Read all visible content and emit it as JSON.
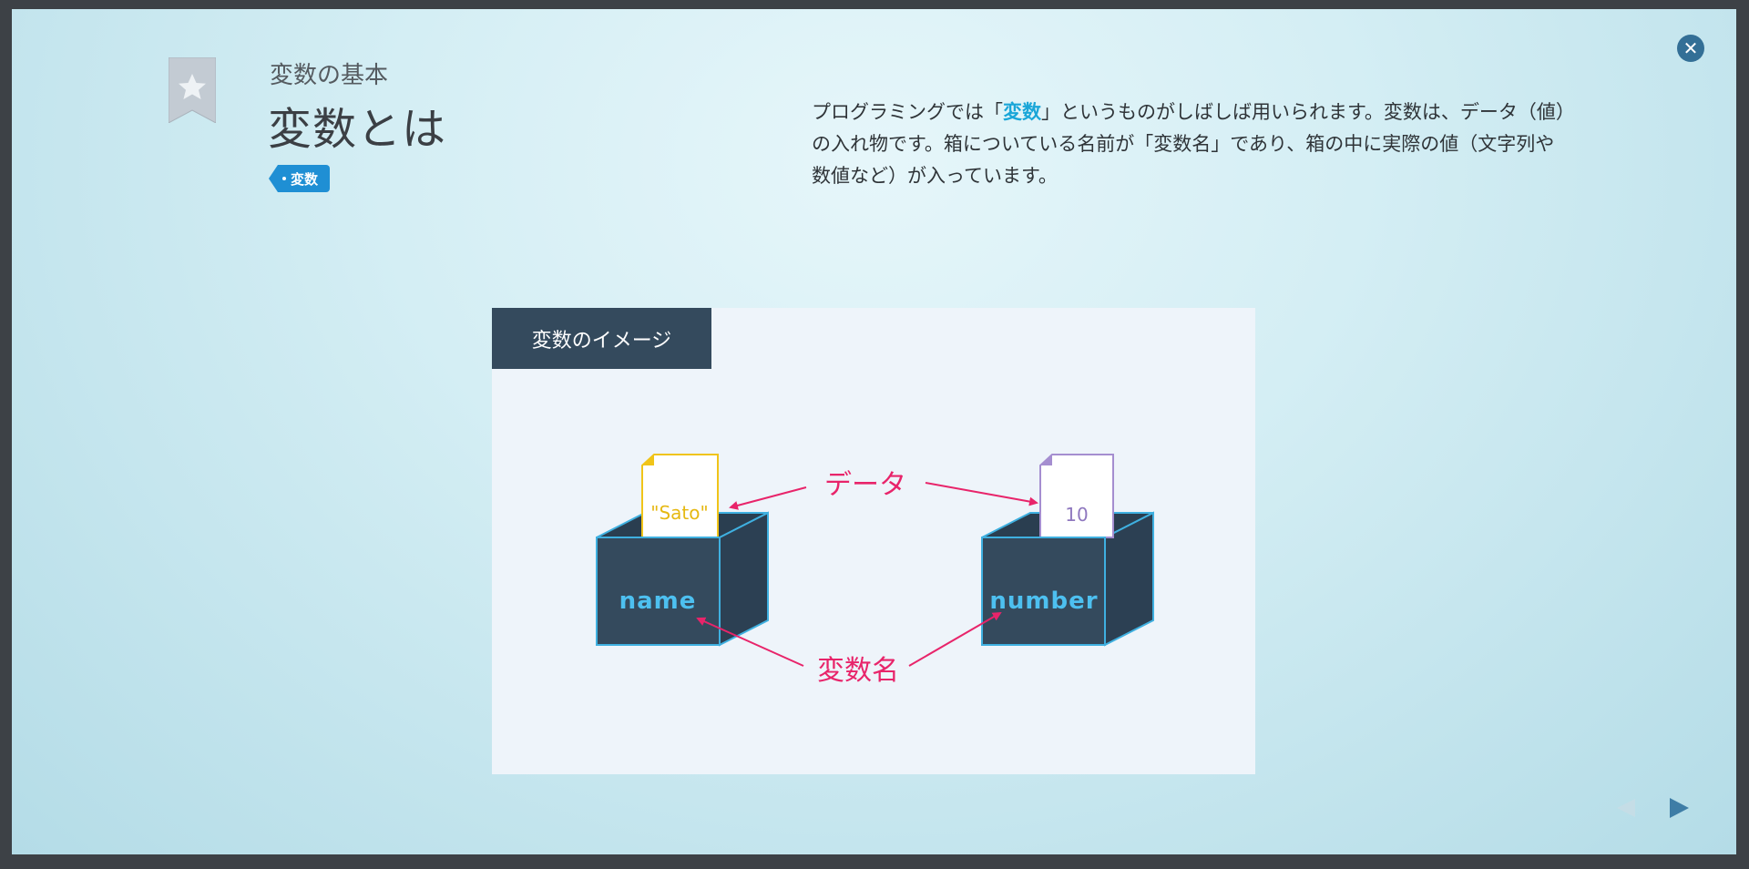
{
  "lesson": {
    "subtitle": "変数の基本",
    "title": "変数とは",
    "tag": "変数"
  },
  "description": {
    "pre": "プログラミングでは「",
    "keyword": "変数",
    "post": "」というものがしばしば用いられます。変数は、データ（値）の入れ物です。箱についている名前が「変数名」であり、箱の中に実際の値（文字列や数値など）が入っています。"
  },
  "figure": {
    "header": "変数のイメージ",
    "data_label": "データ",
    "varname_label": "変数名",
    "box_left": {
      "name": "name",
      "value": "\"Sato\""
    },
    "box_right": {
      "name": "number",
      "value": "10"
    }
  },
  "colors": {
    "accent_blue": "#1f8fd4",
    "keyword": "#1aa6d8",
    "box": "#344a5d",
    "box_edge": "#3fb0e0",
    "annotation": "#e8246a",
    "sato_card": "#f0c419",
    "number_card": "#a58ed0"
  },
  "icons": {
    "close": "close-icon",
    "bookmark": "bookmark-star-icon",
    "prev": "triangle-left-icon",
    "next": "triangle-right-icon"
  }
}
